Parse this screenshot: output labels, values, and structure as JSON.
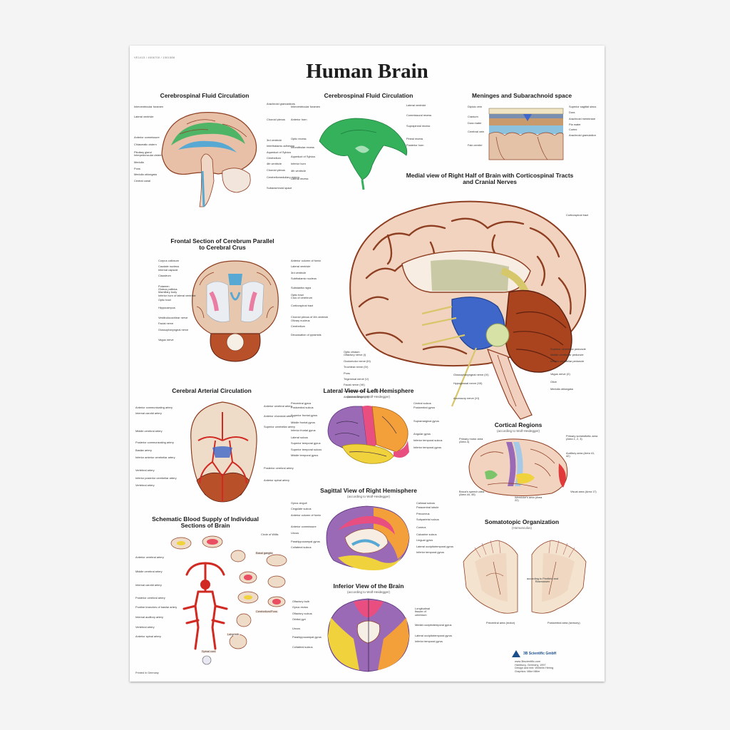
{
  "poster": {
    "code": "VE1415 / 4006700 / 1001586",
    "title": "Human Brain",
    "sections": {
      "csf1": "Cerebrospinal Fluid Circulation",
      "csf2": "Cerebrospinal Fluid Circulation",
      "meninges": "Meninges and Subarachnoid space",
      "medial_1": "Medial view of Right Half of Brain with Corticospinal Tracts",
      "medial_2": "and Cranial Nerves",
      "frontal_1": "Frontal Section of Cerebrum Parallel",
      "frontal_2": "to Cerebral Crus",
      "arterial": "Cerebral Arterial Circulation",
      "lateral": "Lateral View of Left Hemisphere",
      "lateral_sub": "(according to Wolf-Heidegger)",
      "cortical": "Cortical Regions",
      "cortical_sub": "(according to Wolf-Heidegger)",
      "sagittal": "Sagittal View of Right Hemisphere",
      "sagittal_sub": "(according to Wolf-Heidegger)",
      "schematic_1": "Schematic Blood Supply of Individual",
      "schematic_2": "Sections of Brain",
      "inferior": "Inferior View of the Brain",
      "inferior_sub": "(according to Wolf-Heidegger)",
      "somato": "Somatotopic Organization",
      "somato_sub": "(Homunculus)"
    },
    "labels": {
      "csf1_left": [
        "Interventricular foramen",
        "Lateral ventricle",
        "Anterior commissure",
        "Chiasmatic cistern",
        "Pituitary gland",
        "Interpeduncular cistern",
        "Medulla",
        "Pons",
        "Medulla oblongata",
        "Central canal"
      ],
      "csf1_right": [
        "Arachnoid granulations",
        "Choroid plexus",
        "3rd ventricle",
        "Interthalamic adhesion",
        "Aqueduct of Sylvius",
        "Cerebellum",
        "4th ventricle",
        "Choroid plexus",
        "Cerebellomedullary cistern",
        "Subarachnoid space"
      ],
      "csf2_left": [
        "Interventricular foramen",
        "Anterior horn",
        "Optic recess",
        "Infundibular recess",
        "Aqueduct of Sylvius",
        "Inferior horn",
        "4th ventricle",
        "Lateral recess"
      ],
      "csf2_right": [
        "Lateral ventricle",
        "Commissural recess",
        "Suprapineal recess",
        "Pineal recess",
        "Posterior horn"
      ],
      "meninges_left": [
        "Diploic vein",
        "Cranium",
        "Dura mater",
        "Cerebral vein",
        "Falx cerebri"
      ],
      "meninges_right": [
        "Superior sagittal sinus",
        "Dura",
        "Arachnoid membrane",
        "Pia mater",
        "Cortex",
        "Arachnoid granulation"
      ],
      "medial_left": [
        "Optic chiasm",
        "Olfactory nerve (I)",
        "Oculomotor nerve (III)",
        "Trochlear nerve (IV)",
        "Pons",
        "Trigeminal nerve (V)",
        "Facial nerve (VII)",
        "Vestibulocochlear nerve (VIII)",
        "Abducens nerve (VI)"
      ],
      "medial_right": [
        "Corticospinal tract",
        "Superior cerebellar peduncle",
        "Middle cerebellar peduncle",
        "Inferior cerebellar peduncle",
        "Vagus nerve (X)",
        "Olive",
        "Medulla oblongata"
      ],
      "medial_lower": [
        "Glossopharyngeal nerve (IX)",
        "Hypoglossal nerve (XII)",
        "Accessory nerve (XI)"
      ],
      "frontal_left": [
        "Corpus callosum",
        "Caudate nucleus",
        "Internal capsule",
        "Claustrum",
        "Putamen",
        "Globus pallidus",
        "Mamillary body",
        "Inferior horn of lateral ventricle",
        "Optic tract",
        "Hippocampus",
        "Vestibulocochlear nerve",
        "Facial nerve",
        "Glossopharyngeal nerve",
        "Vagus nerve"
      ],
      "frontal_right": [
        "Anterior column of fornix",
        "Lateral ventricle",
        "3rd ventricle",
        "Subthalamic nucleus",
        "Substantia nigra",
        "Optic tract",
        "Crus of cerebrum",
        "Corticospinal tract",
        "Choroid plexus of 4th ventricle",
        "Olivary nucleus",
        "Cerebellum",
        "Decussation of pyramids"
      ],
      "arterial_left": [
        "Anterior communicating artery",
        "Internal carotid artery",
        "Middle cerebral artery",
        "Posterior communicating artery",
        "Basilar artery",
        "Inferior anterior cerebellar artery",
        "Vertebral artery",
        "Inferior posterior cerebellar artery",
        "Vertebral artery"
      ],
      "arterial_right": [
        "Anterior cerebral artery",
        "Anterior choroidal artery",
        "Superior cerebellar artery",
        "Posterior cerebral artery",
        "Anterior spinal artery"
      ],
      "lateral_left": [
        "Precentral gyrus",
        "Postcentral sulcus",
        "Superior frontal gyrus",
        "Middle frontal gyrus",
        "Inferior frontal gyrus",
        "Lateral sulcus",
        "Superior temporal gyrus",
        "Superior temporal sulcus",
        "Middle temporal gyrus"
      ],
      "lateral_right": [
        "Central sulcus",
        "Postcentral gyrus",
        "Supramarginal gyrus",
        "Angular gyrus",
        "Inferior temporal sulcus",
        "Inferior temporal gyrus"
      ],
      "cortical_left": [
        "Primary motor area (Area 4)",
        "Broca's speech area (Area 44, 45)"
      ],
      "cortical_right": [
        "Primary somesthetic area (Area 1, 2, 3)",
        "Auditory area (Area 41, 42)",
        "Wernicke's area (Area 22)",
        "Visual area (Area 17)"
      ],
      "sagittal_left": [
        "Gyrus cinguli",
        "Cingulate sulcus",
        "Anterior column of fornix",
        "Anterior commissure",
        "Uncus",
        "Parahippocampal gyrus",
        "Collateral sulcus"
      ],
      "sagittal_right": [
        "Callosal sulcus",
        "Paracentral lobule",
        "Precuneus",
        "Subparietal sulcus",
        "Cuneus",
        "Calcarine sulcus",
        "Lingual gyrus",
        "Lateral occipitotemporal gyrus",
        "Inferior temporal gyrus"
      ],
      "inferior_left": [
        "Olfactory bulb",
        "Gyrus rectus",
        "Olfactory sulcus",
        "Orbital gyri",
        "Uncus",
        "Parahippocampal gyrus",
        "Collateral sulcus"
      ],
      "inferior_right": [
        "Longitudinal fissure of cerebrum",
        "Medial occipitotemporal gyrus",
        "Lateral occipitotemporal gyrus",
        "Inferior temporal gyrus"
      ],
      "schematic": [
        "Circle of Willis",
        "Basal ganglia",
        "Cerebellum/Pons",
        "Labyrinth",
        "Spinal cord",
        "Anterior cerebral artery",
        "Middle cerebral artery",
        "Internal carotid artery",
        "Posterior cerebral artery",
        "Pontine branches of basilar artery",
        "Internal auditory artery",
        "Vertebral artery",
        "Anterior spinal artery"
      ],
      "somato": [
        "Precentral area (motor)",
        "Postcentral area (sensory)",
        "according to Penfield and Rasmussen"
      ]
    },
    "credits": {
      "brand": "3B Scientific GmbH",
      "lines": [
        "www.3bscientific.com",
        "Hamburg, Germany, 1997",
        "Design and text: Wilhelm Hering",
        "Graphics: Mike Miller"
      ],
      "print": "Printed in Germany"
    },
    "colors": {
      "cortex": "#e7c0a7",
      "sulcus": "#8e3f22",
      "cerebellum": "#a9441f",
      "brainstem": "#3f66c9",
      "csf_blue": "#58a8d4",
      "csf_green": "#35b15c",
      "frontal_lobe": "#9a6ab6",
      "temporal_lobe": "#f0d23c",
      "parietal_lobe": "#f4a03a",
      "limbic": "#e94e80",
      "artery": "#d12a22"
    }
  }
}
